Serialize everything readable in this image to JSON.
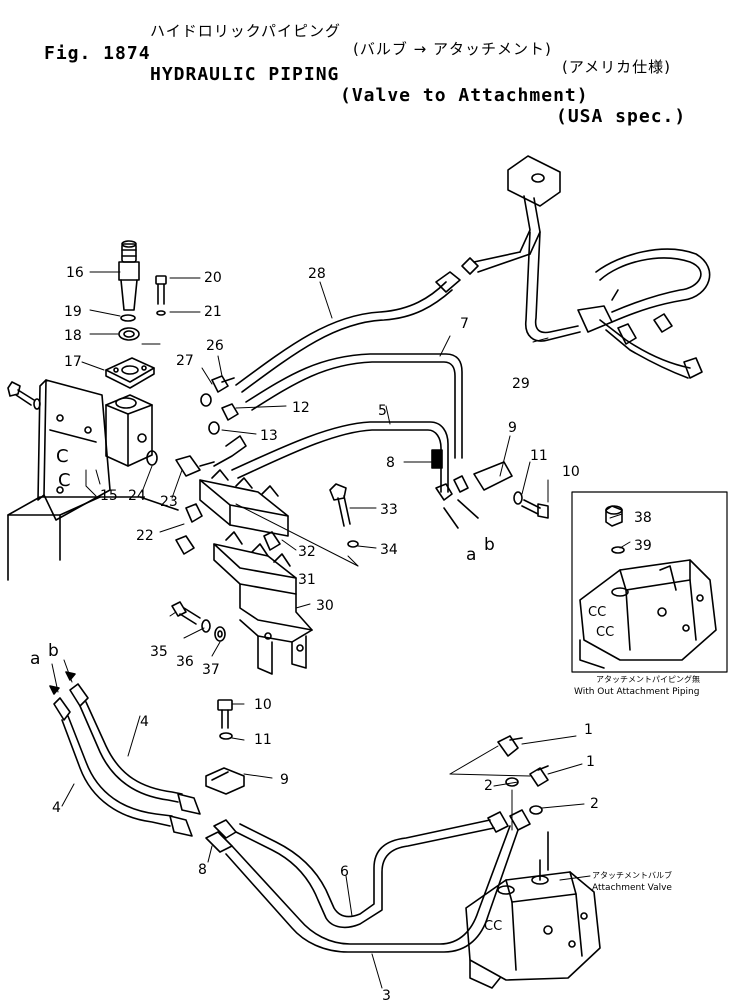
{
  "title": {
    "figure": "Fig. 1874",
    "name": "HYDRAULIC PIPING",
    "subtitle": "(Valve to Attachment)",
    "spec": "(USA spec.)",
    "jp_name": "ハイドロリックパイピング",
    "jp_subtitle": "(バルブ → アタッチメント)",
    "jp_spec": "(アメリカ仕様)"
  },
  "callouts": {
    "c1a": "1",
    "c1b": "1",
    "c2a": "2",
    "c2b": "2",
    "c3": "3",
    "c4a": "4",
    "c4b": "4",
    "c5": "5",
    "c6": "6",
    "c7": "7",
    "c8a": "8",
    "c8b": "8",
    "c9a": "9",
    "c9b": "9",
    "c10a": "10",
    "c10b": "10",
    "c11a": "11",
    "c11b": "11",
    "c12": "12",
    "c13": "13",
    "c15": "15",
    "c16": "16",
    "c17": "17",
    "c18": "18",
    "c19": "19",
    "c20": "20",
    "c21": "21",
    "c22": "22",
    "c23": "23",
    "c24": "24",
    "c26": "26",
    "c27": "27",
    "c28": "28",
    "c29": "29",
    "c30": "30",
    "c31": "31",
    "c32": "32",
    "c33": "33",
    "c34": "34",
    "c35": "35",
    "c36": "36",
    "c37": "37",
    "c38": "38",
    "c39": "39",
    "a_top": "a",
    "b_top": "b",
    "a_left": "a",
    "b_left": "b"
  },
  "inset": {
    "caption_jp": "アタッチメントパイピング無",
    "caption_en": "With Out Attachment Piping"
  },
  "attachment_valve": {
    "label_jp": "アタッチメントバルブ",
    "label_en": "Attachment Valve"
  },
  "block_marks": {
    "mark1": "C",
    "mark2": "C",
    "mark3": "CC",
    "mark4": "CC",
    "mark5": "CC"
  }
}
